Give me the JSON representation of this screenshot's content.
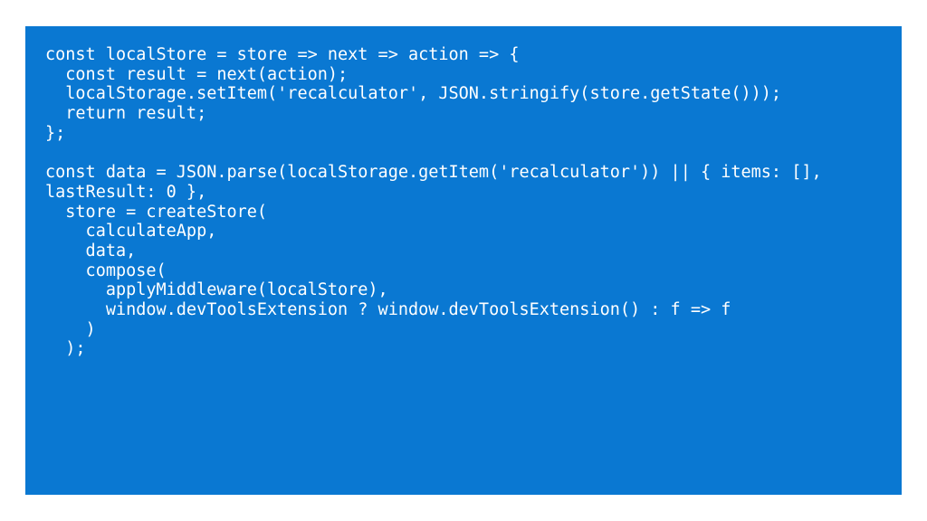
{
  "slide": {
    "background": "#ffffff",
    "panel_color": "#0a78d2",
    "text_color": "#ffffff"
  },
  "code": {
    "lines": [
      "const localStore = store => next => action => {",
      "  const result = next(action);",
      "  localStorage.setItem('recalculator', JSON.stringify(store.getState()));",
      "  return result;",
      "};",
      "",
      "const data = JSON.parse(localStorage.getItem('recalculator')) || { items: [],",
      "lastResult: 0 },",
      "  store = createStore(",
      "    calculateApp,",
      "    data,",
      "    compose(",
      "      applyMiddleware(localStore),",
      "      window.devToolsExtension ? window.devToolsExtension() : f => f",
      "    )",
      "  );"
    ]
  }
}
